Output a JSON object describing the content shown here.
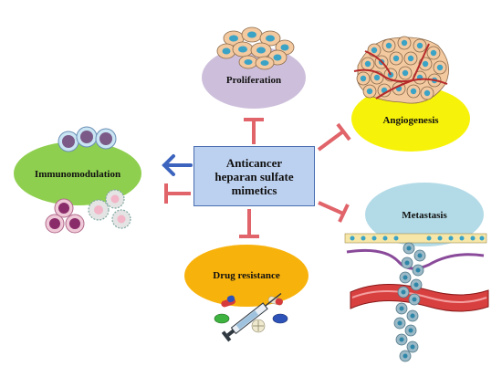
{
  "title_lines": [
    "Anticancer",
    "heparan sulfate",
    "mimetics"
  ],
  "nodes": {
    "proliferation": {
      "label": "Proliferation",
      "relation": "inhibition"
    },
    "angiogenesis": {
      "label": "Angiogenesis",
      "relation": "inhibition"
    },
    "immunomodulation": {
      "label": "Immunomodulation",
      "relation": "activation and inhibition"
    },
    "metastasis": {
      "label": "Metastasis",
      "relation": "inhibition"
    },
    "drug_resistance": {
      "label": "Drug resistance",
      "relation": "inhibition"
    }
  },
  "colors": {
    "center_box": "#bcd0ef",
    "center_border": "#4a6eb0",
    "proliferation": "#cdbfdb",
    "angiogenesis": "#f7f20a",
    "immunomodulation": "#8fcf4f",
    "metastasis": "#b3dbe7",
    "drug_resistance": "#f8b20c",
    "inhibition_arrow": "#e0646a",
    "activation_arrow": "#3c64be"
  },
  "icons": [
    "tumor-cell-cluster-icon",
    "blood-vessel-tumor-icon",
    "immune-cells-icon",
    "metastasis-vessel-icon",
    "pills-syringe-icon"
  ]
}
